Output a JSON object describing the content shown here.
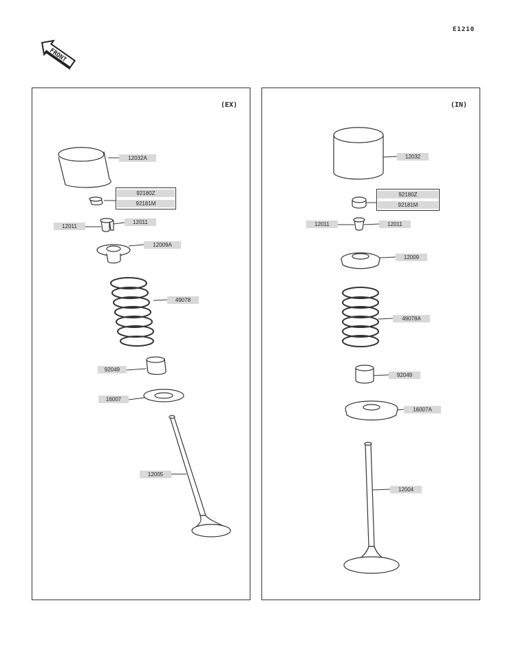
{
  "diagram_code": "E1210",
  "front_label": "FRONT",
  "panels": {
    "exhaust": {
      "title": "(EX)",
      "parts": {
        "tappet": "12032A",
        "shim_a": "92180Z",
        "shim_b": "92181M",
        "keeper_left": "12011",
        "keeper_right": "12011",
        "retainer": "12009A",
        "spring": "49078",
        "seal": "92049",
        "spring_seat": "16007",
        "valve": "12005"
      }
    },
    "intake": {
      "title": "(IN)",
      "parts": {
        "tappet": "12032",
        "shim_a": "92180Z",
        "shim_b": "92181M",
        "keeper_left": "12011",
        "keeper_right": "12011",
        "retainer": "12009",
        "spring": "49078A",
        "seal": "92049",
        "spring_seat": "16007A",
        "valve": "12004"
      }
    }
  }
}
